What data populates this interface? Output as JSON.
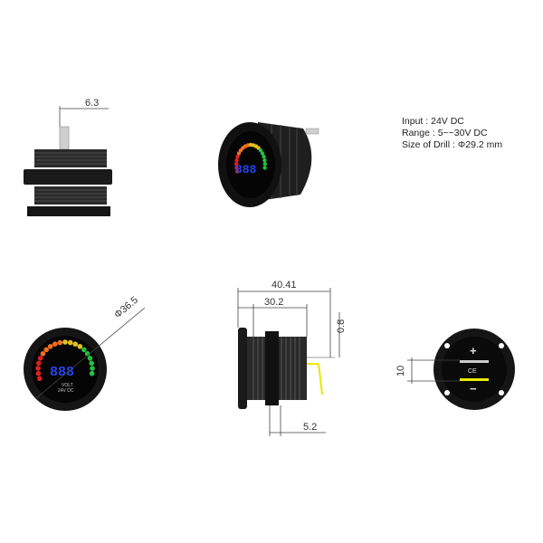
{
  "specs": {
    "input": "Input : 24V  DC",
    "range": "Range : 5~~30V  DC",
    "drill": "Size of Drill : Φ29.2 mm"
  },
  "dimensions": {
    "terminal_spacing": "6.3",
    "diameter": "Φ36.5",
    "overall_length": "40.41",
    "body_length": "30.2",
    "wire_offset": "0.8",
    "flange_thickness": "5.2",
    "terminal_height": "10"
  },
  "device": {
    "display_digits": "888",
    "label_model": "VOLT",
    "label_rating": "24V DC",
    "rear_plus": "+",
    "rear_minus": "−",
    "rear_ce": "CE"
  },
  "colors": {
    "body": "#1a1a1a",
    "display_digits": "#2244ee",
    "terminal": "#d8d8d8",
    "wire_yellow": "#e8e800",
    "dim_line": "#444444"
  }
}
